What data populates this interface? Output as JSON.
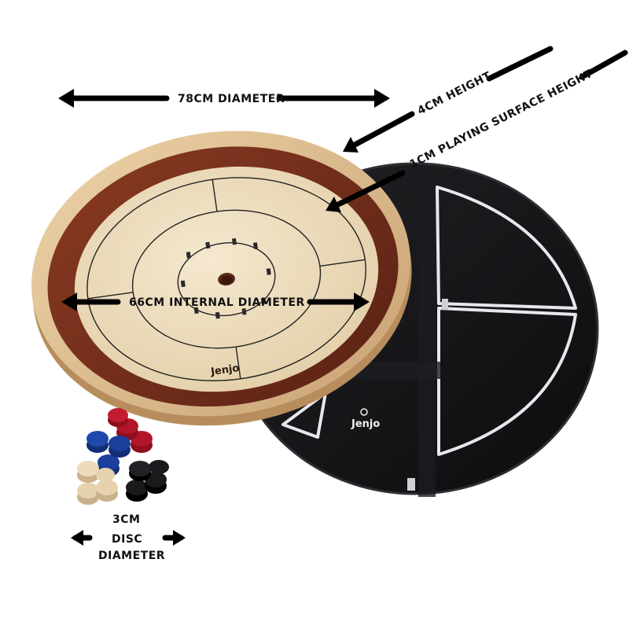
{
  "product": {
    "brand_board": "Jenjo",
    "brand_bag": "Jenjo"
  },
  "annotations": {
    "diameter": "78CM DIAMETER",
    "height": "4CM HEIGHT",
    "surface_height": "1CM PLAYING SURFACE HEIGHT",
    "internal_diameter": "66CM INTERNAL DIAMETER",
    "disc_line1": "3CM",
    "disc_line2": "DISC",
    "disc_line3": "DIAMETER"
  },
  "colors": {
    "board_rim": "#d9b88a",
    "board_ditch": "#6b2a1a",
    "board_surface": "#ecdcbc",
    "bag": "#141416",
    "bag_trim": "#e8e8ec",
    "disc_red": "#b2162a",
    "disc_blue": "#1b3f9a",
    "disc_natural": "#e6d2ae",
    "disc_black": "#0d0d0f"
  }
}
